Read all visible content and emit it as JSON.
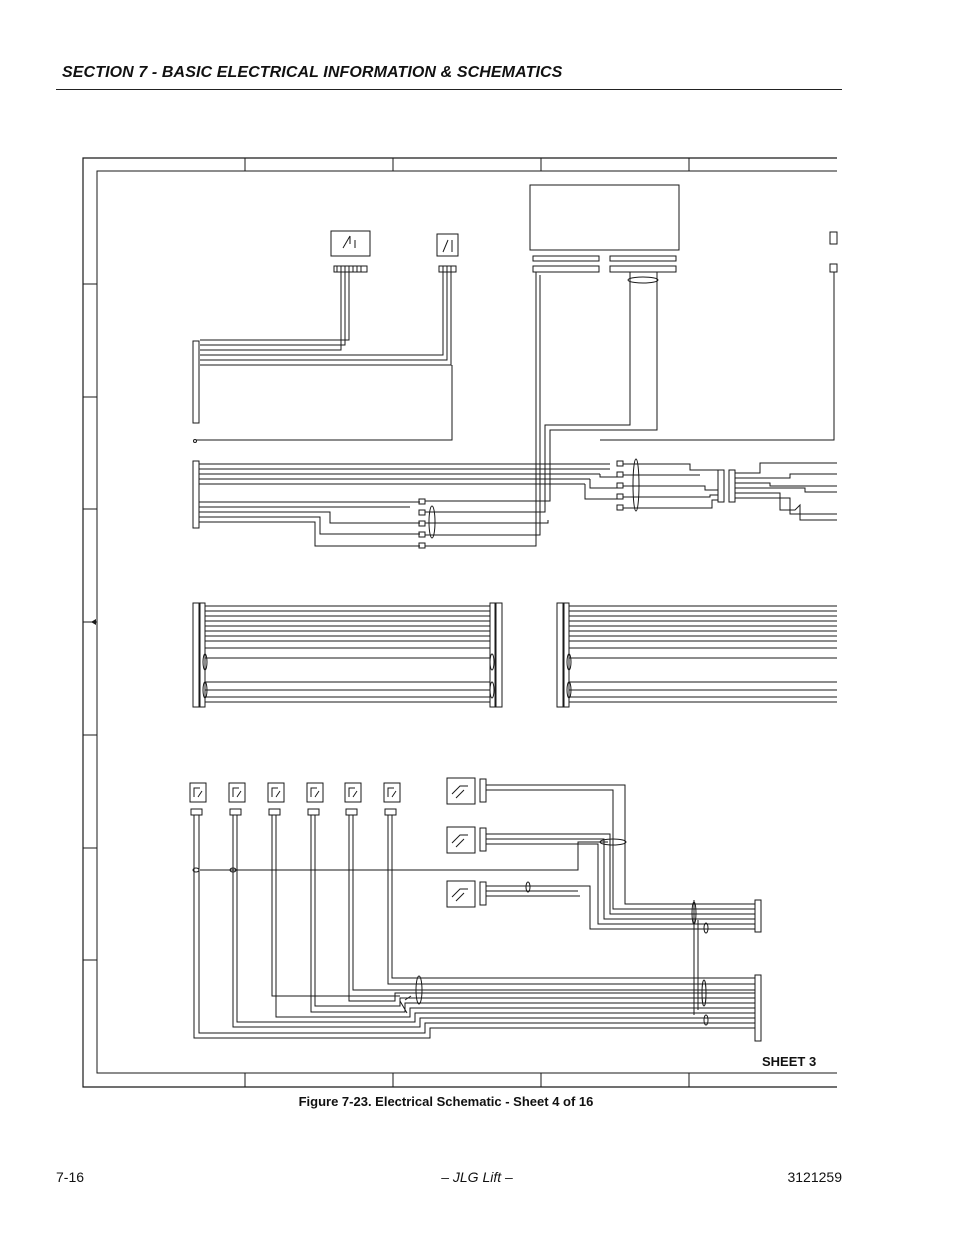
{
  "header": {
    "section_title": "SECTION 7 - BASIC ELECTRICAL INFORMATION & SCHEMATICS"
  },
  "diagram": {
    "sheet_label": "SHEET 3",
    "caption": "Figure 7-23.  Electrical Schematic - Sheet 4 of 16",
    "colors": {
      "line": "#111111",
      "frame": "#222222"
    }
  },
  "footer": {
    "page_number": "7-16",
    "publisher": "– JLG Lift –",
    "document_number": "3121259"
  }
}
